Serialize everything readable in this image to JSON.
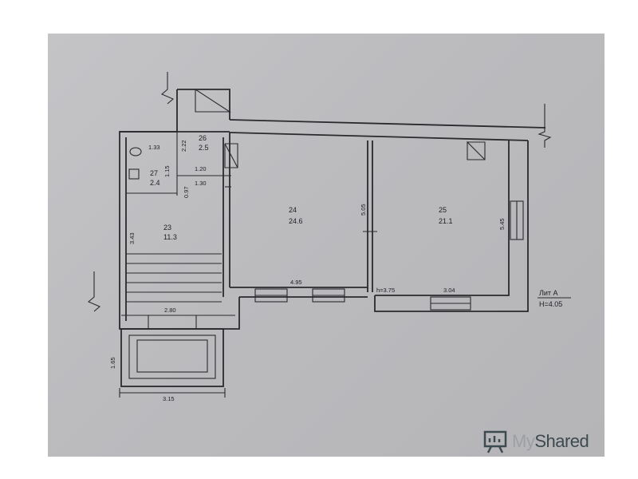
{
  "plan": {
    "rooms": [
      {
        "number": "26",
        "area": "2.5"
      },
      {
        "number": "27",
        "area": "2.4"
      },
      {
        "number": "23",
        "area": "11.3"
      },
      {
        "number": "24",
        "area": "24.6"
      },
      {
        "number": "25",
        "area": "21.1"
      }
    ],
    "dimensions": {
      "d_2_22": "2.22",
      "d_1_33": "1.33",
      "d_1_15": "1.15",
      "d_1_20": "1.20",
      "d_1_30": "1.30",
      "d_0_97": "0.97",
      "d_3_43": "3.43",
      "d_5_05": "5.05",
      "d_5_45": "5.45",
      "d_4_95": "4.95",
      "d_3_75": "h=3.75",
      "d_3_04": "3.04",
      "d_2_80": "2.80",
      "d_1_65": "1.65",
      "d_3_15": "3.15"
    },
    "litera": "Лит А",
    "height": "H=4.05"
  },
  "watermark": {
    "my": "My",
    "shared": "Shared"
  }
}
